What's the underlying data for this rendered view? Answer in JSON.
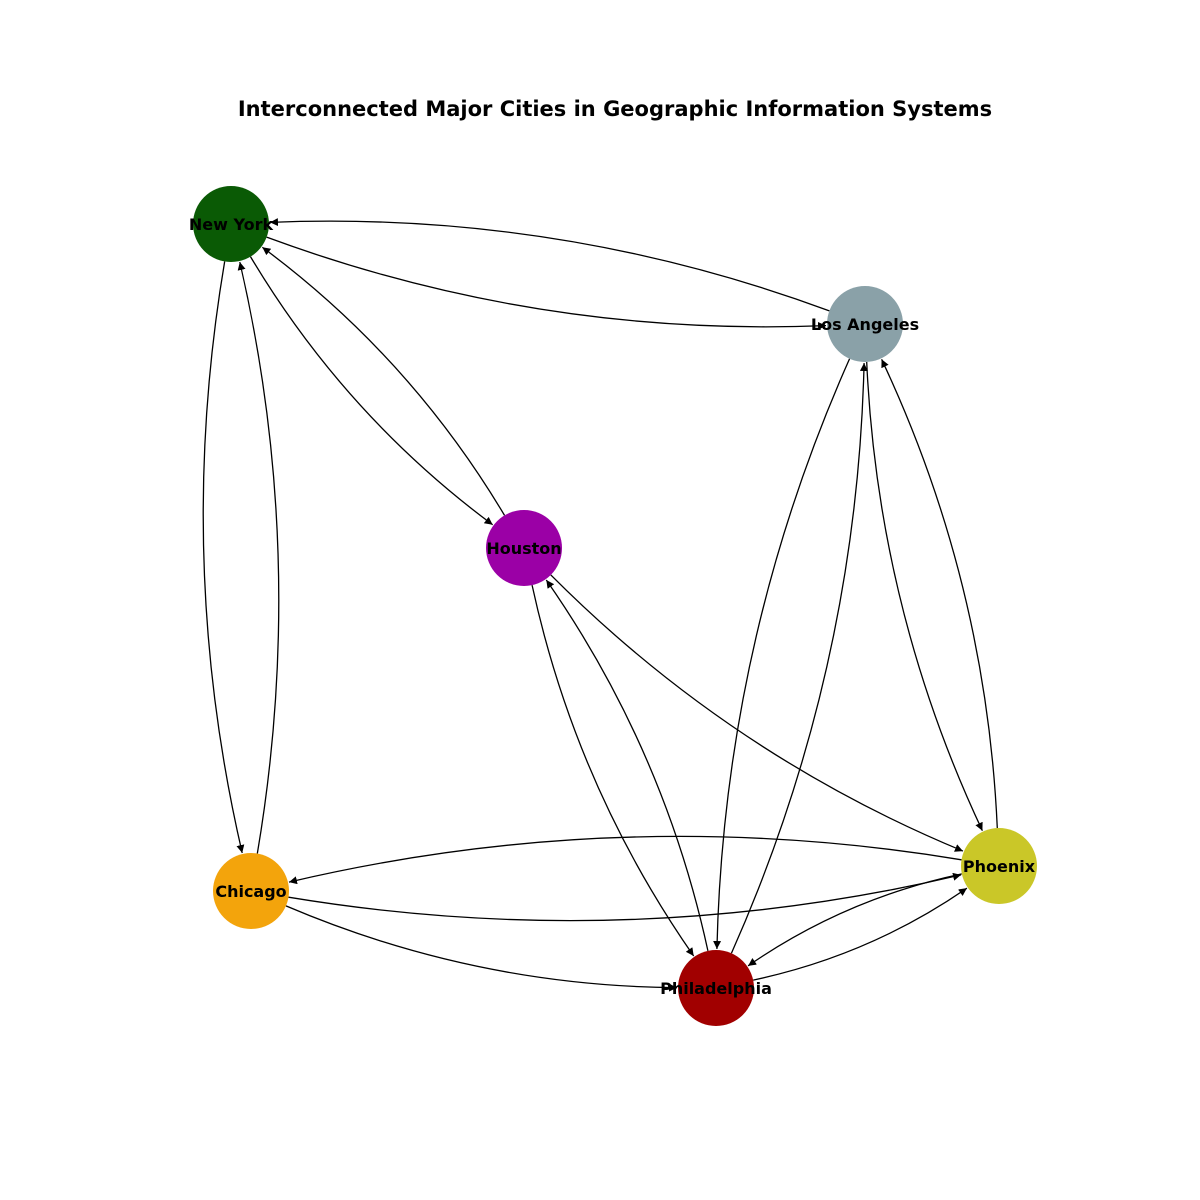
{
  "title": "Interconnected Major Cities in Geographic Information Systems",
  "nodes": [
    {
      "id": "ny",
      "label": "New York",
      "color": "#0a5a05"
    },
    {
      "id": "la",
      "label": "Los Angeles",
      "color": "#8aa1a8"
    },
    {
      "id": "hou",
      "label": "Houston",
      "color": "#9b00a6"
    },
    {
      "id": "chi",
      "label": "Chicago",
      "color": "#f3a40c"
    },
    {
      "id": "phx",
      "label": "Phoenix",
      "color": "#cac728"
    },
    {
      "id": "phl",
      "label": "Philadelphia",
      "color": "#a10000"
    }
  ],
  "edges": [
    {
      "from": "la",
      "to": "ny"
    },
    {
      "from": "ny",
      "to": "la"
    },
    {
      "from": "ny",
      "to": "hou"
    },
    {
      "from": "hou",
      "to": "ny"
    },
    {
      "from": "ny",
      "to": "chi"
    },
    {
      "from": "chi",
      "to": "ny"
    },
    {
      "from": "la",
      "to": "phl"
    },
    {
      "from": "phl",
      "to": "la"
    },
    {
      "from": "la",
      "to": "phx"
    },
    {
      "from": "phx",
      "to": "la"
    },
    {
      "from": "hou",
      "to": "phl"
    },
    {
      "from": "phl",
      "to": "hou"
    },
    {
      "from": "hou",
      "to": "phx"
    },
    {
      "from": "phx",
      "to": "chi"
    },
    {
      "from": "chi",
      "to": "phx"
    },
    {
      "from": "chi",
      "to": "phl"
    },
    {
      "from": "phx",
      "to": "phl"
    },
    {
      "from": "phl",
      "to": "phx"
    }
  ]
}
